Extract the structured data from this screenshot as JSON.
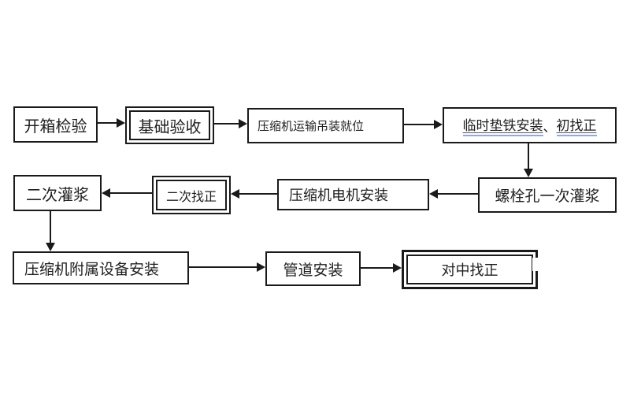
{
  "page": {
    "background": "#ffffff",
    "description": "Compressor installation process flowchart"
  },
  "flowchart": {
    "colors": {
      "box_border": "#1a1a1a",
      "arrow": "#1a1a1a",
      "text": "#1f1f1f",
      "underline_blue": "#8faadc",
      "background": "#ffffff"
    },
    "nodes": [
      {
        "id": "unboxing-inspection",
        "label": "开箱检验",
        "border": "single"
      },
      {
        "id": "foundation-acceptance",
        "label": "基础验收",
        "border": "double"
      },
      {
        "id": "transport-hoist-in-place",
        "label": "压缩机运输吊装就位",
        "border": "single"
      },
      {
        "id": "temp-shim-install-initial-align",
        "label": "临时垫铁安装、初找正",
        "border": "single",
        "parts": [
          {
            "text": "临时垫铁安装",
            "underline": true
          },
          {
            "text": "、",
            "underline": false
          },
          {
            "text": "初找正",
            "underline": true
          }
        ]
      },
      {
        "id": "bolt-hole-first-grouting",
        "label": "螺栓孔一次灌浆",
        "border": "single"
      },
      {
        "id": "compressor-motor-install",
        "label": "压缩机电机安装",
        "border": "single"
      },
      {
        "id": "secondary-alignment",
        "label": "二次找正",
        "border": "double"
      },
      {
        "id": "secondary-grouting",
        "label": "二次灌浆",
        "border": "single"
      },
      {
        "id": "auxiliary-equipment-install",
        "label": "压缩机附属设备安装",
        "border": "single"
      },
      {
        "id": "piping-install",
        "label": "管道安装",
        "border": "single"
      },
      {
        "id": "centering-alignment",
        "label": "对中找正",
        "border": "double"
      }
    ],
    "edges": [
      {
        "from": "开箱检验",
        "to": "基础验收",
        "direction": "right"
      },
      {
        "from": "基础验收",
        "to": "压缩机运输吊装就位",
        "direction": "right"
      },
      {
        "from": "压缩机运输吊装就位",
        "to": "临时垫铁安装、初找正",
        "direction": "right"
      },
      {
        "from": "临时垫铁安装、初找正",
        "to": "螺栓孔一次灌浆",
        "direction": "down"
      },
      {
        "from": "螺栓孔一次灌浆",
        "to": "压缩机电机安装",
        "direction": "left"
      },
      {
        "from": "压缩机电机安装",
        "to": "二次找正",
        "direction": "left"
      },
      {
        "from": "二次找正",
        "to": "二次灌浆",
        "direction": "left"
      },
      {
        "from": "二次灌浆",
        "to": "压缩机附属设备安装",
        "direction": "down"
      },
      {
        "from": "压缩机附属设备安装",
        "to": "管道安装",
        "direction": "right"
      },
      {
        "from": "管道安装",
        "to": "对中找正",
        "direction": "right"
      }
    ]
  }
}
